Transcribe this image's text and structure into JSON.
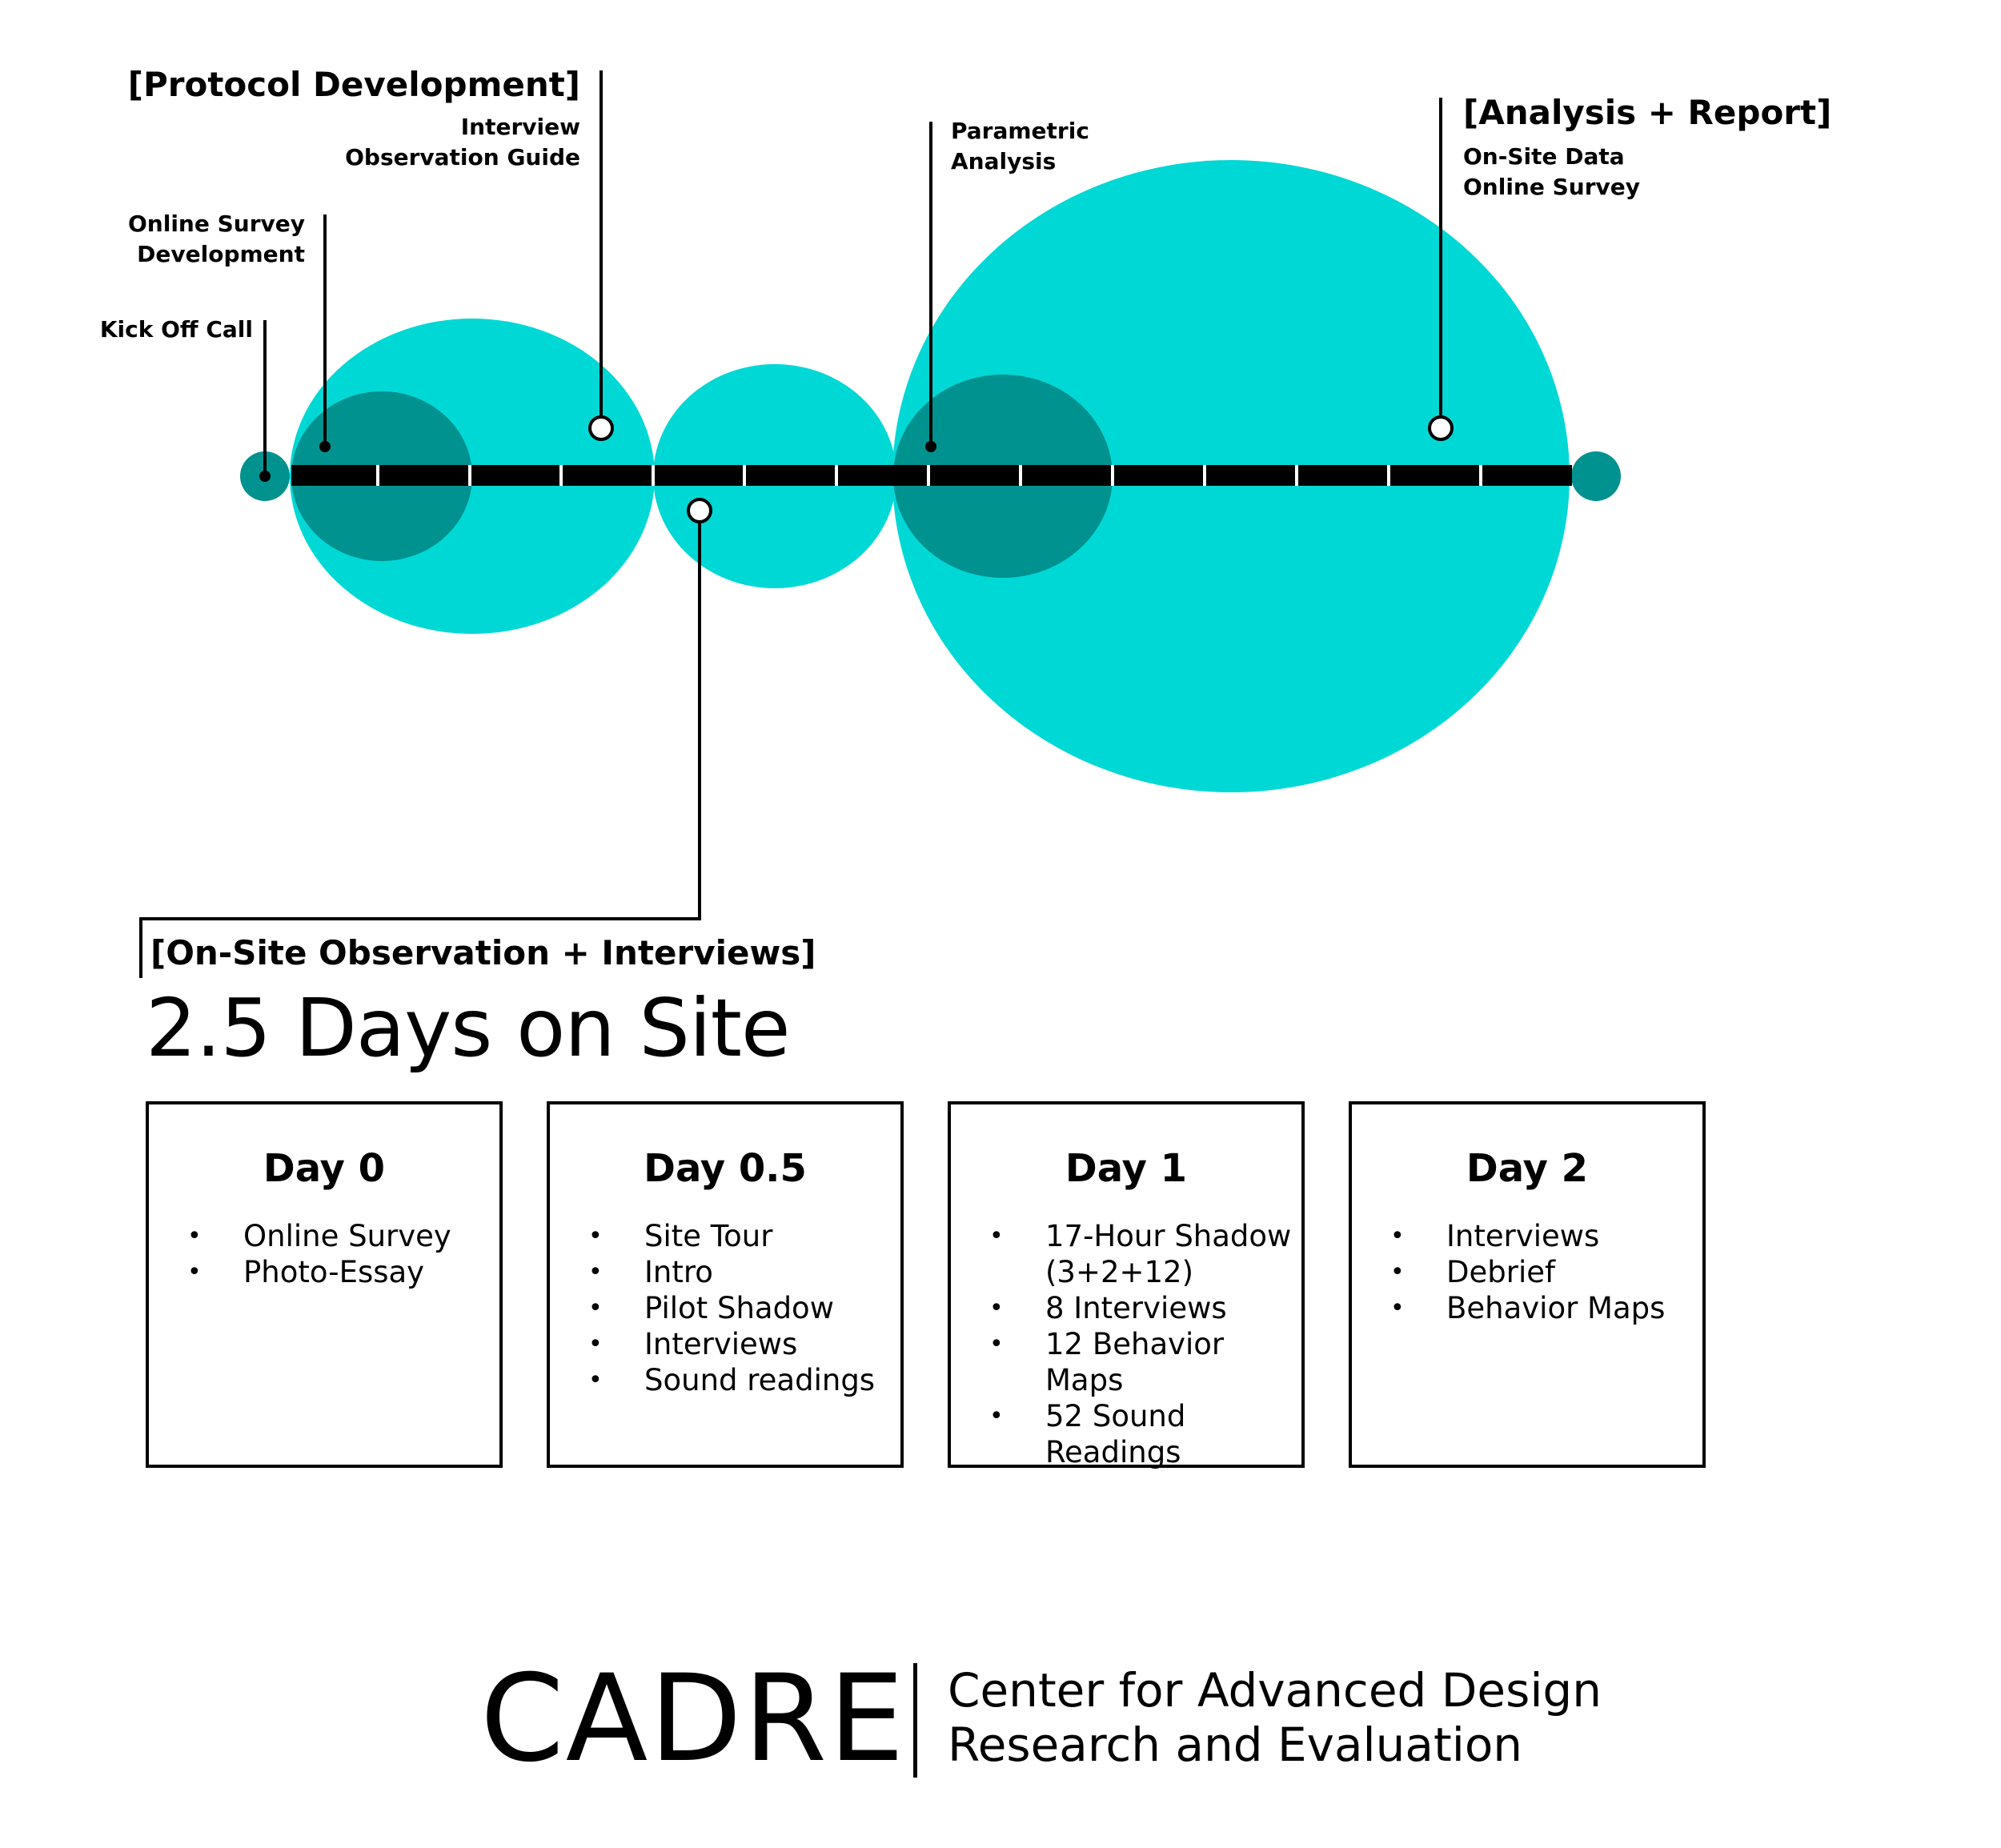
{
  "colors": {
    "circle_fill": "#00D8D6",
    "circle_overlap": "#00928F",
    "line": "#000000",
    "background": "#FFFFFF"
  },
  "timeline_labels": {
    "kick_off": "Kick Off Call",
    "online_survey_dev": "Online Survey\nDevelopment",
    "interview_guide": "Interview\nObservation Guide",
    "parametric": "Parametric\nAnalysis",
    "analysis_items": "On-Site Data\nOnline Survey"
  },
  "phases": {
    "protocol": "[Protocol Development]",
    "analysis": "[Analysis + Report]",
    "onsite": "[On-Site Observation + Interviews]"
  },
  "title": "2.5 Days on Site",
  "days": [
    {
      "title": "Day 0",
      "items": [
        "Online Survey",
        "Photo-Essay"
      ]
    },
    {
      "title": "Day 0.5",
      "items": [
        "Site Tour",
        "Intro",
        "Pilot Shadow",
        "Interviews",
        "Sound readings"
      ]
    },
    {
      "title": "Day 1",
      "items": [
        "17-Hour Shadow\n(3+2+12)",
        "8 Interviews",
        "12 Behavior Maps",
        "52 Sound Readings"
      ]
    },
    {
      "title": "Day 2",
      "items": [
        "Interviews",
        "Debrief",
        "Behavior Maps"
      ]
    }
  ],
  "footer": {
    "logo": "CADRE",
    "org_line1": "Center for Advanced Design",
    "org_line2": "Research and Evaluation"
  }
}
